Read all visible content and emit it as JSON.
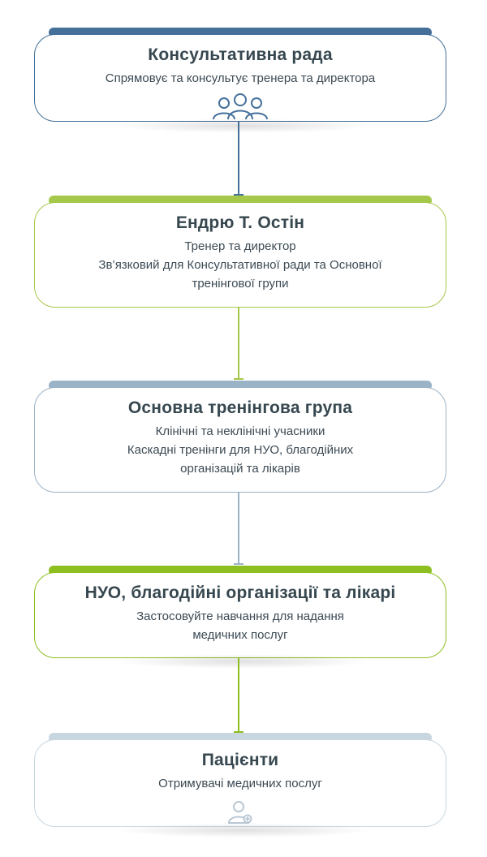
{
  "colors": {
    "advisory": "#44709a",
    "andrew": "#a6c84a",
    "core": "#9bb3c7",
    "ngo": "#8cbf1f",
    "patients": "#c8d6e0"
  },
  "nodes": [
    {
      "title": "Консультативна рада",
      "lines": [
        "Спрямовує та консультує тренера та директора"
      ],
      "icon": "group-icon"
    },
    {
      "title": "Ендрю Т. Остін",
      "lines": [
        "Тренер та директор",
        "Зв’язковий для Консультативної ради та Основної",
        "тренінгової групи"
      ]
    },
    {
      "title": "Основна тренінгова група",
      "lines": [
        "Клінічні та неклінічні учасники",
        "Каскадні тренінги для НУО, благодійних",
        "організацій та лікарів"
      ]
    },
    {
      "title": "НУО, благодійні організації та лікарі",
      "lines": [
        "Застосовуйте навчання для надання",
        "медичних послуг"
      ]
    },
    {
      "title": "Пацієнти",
      "lines": [
        "Отримувачі медичних послуг"
      ],
      "icon": "patient-icon"
    }
  ]
}
